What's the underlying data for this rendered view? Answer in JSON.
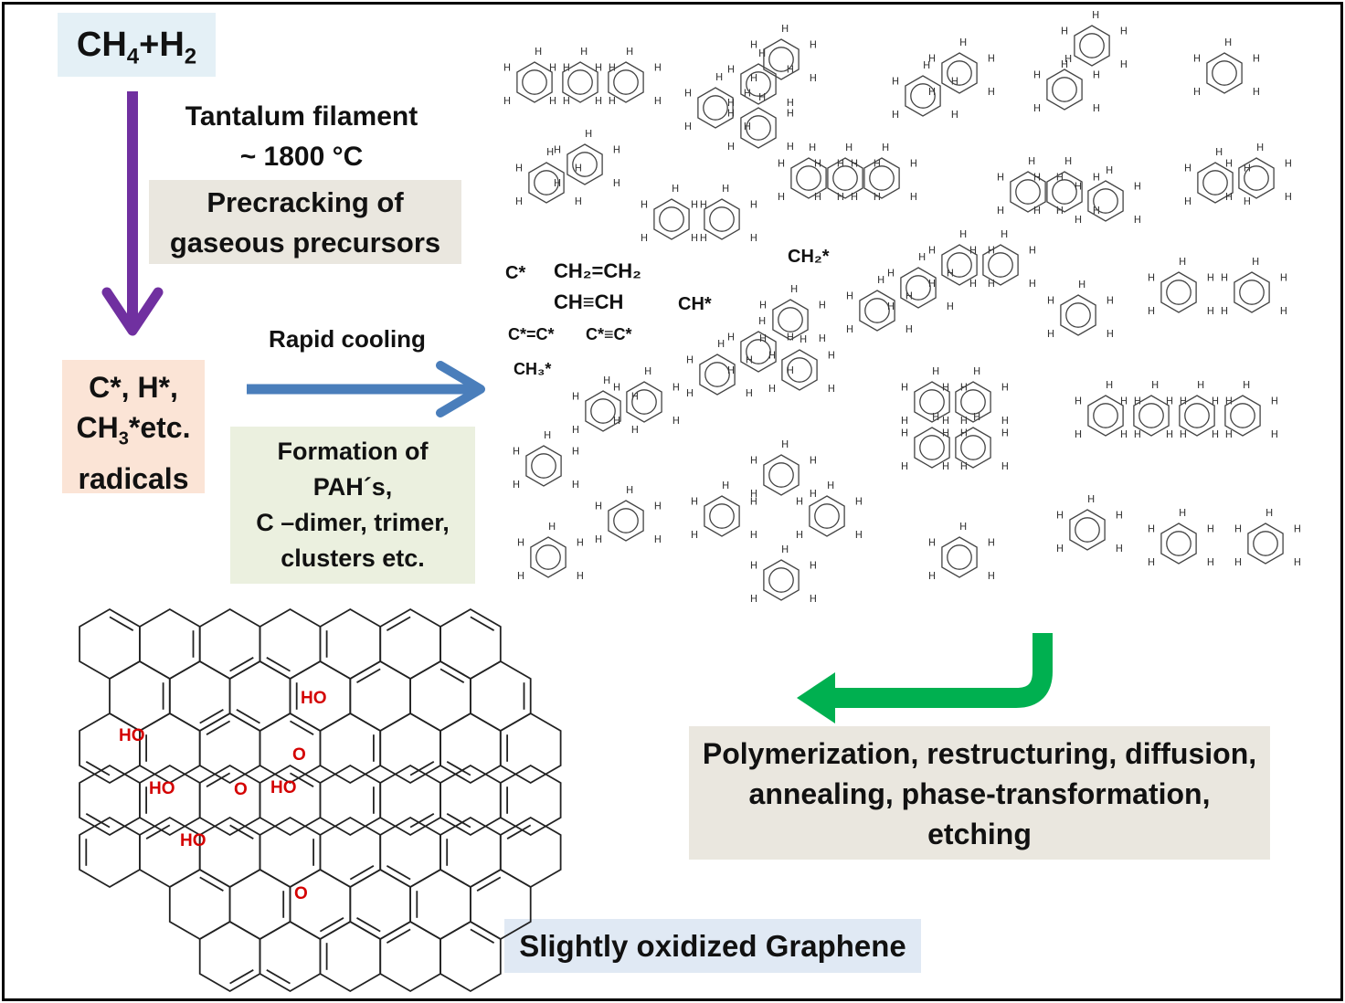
{
  "precursor": {
    "base1": "CH",
    "sub1": "4",
    "base2": "+H",
    "sub2": "2"
  },
  "filament": {
    "line1": "Tantalum filament",
    "line2": "~ 1800 °C"
  },
  "precracking": {
    "line1": "Precracking  of",
    "line2": "gaseous  precursors"
  },
  "radicals": {
    "line1": "C*, H*,",
    "line2_base": "CH",
    "line2_sub": "3",
    "line2_rest": "*etc.",
    "line3": "radicals"
  },
  "rapid_cooling": "Rapid cooling",
  "formation": {
    "line1": "Formation of",
    "line2": "PAH´s,",
    "line3": "C –dimer, trimer,",
    "line4": "clusters etc."
  },
  "fragments": {
    "c_radical": "C*",
    "ethylene": "CH₂=CH₂",
    "acetylene": "CH≡CH",
    "ch_radical": "CH*",
    "ch2_radical": "CH₂*",
    "c2_double": "C*=C*",
    "c2_triple": "C*≡C*",
    "ch3_radical": "CH₃*"
  },
  "processes": {
    "line1": "Polymerization, restructuring, diffusion,",
    "line2": "annealing, phase-transformation,",
    "line3": "etching"
  },
  "graphene_label": "Slightly oxidized  Graphene",
  "functional_groups": [
    "HO",
    "HO",
    "HO",
    "HO",
    "HO",
    "O",
    "O",
    "O",
    "O"
  ],
  "h_atom": "H",
  "colors": {
    "arrow_purple": "#7030a0",
    "arrow_blue": "#4a7ebb",
    "arrow_green": "#00b050",
    "oxygen_red": "#d40000"
  }
}
